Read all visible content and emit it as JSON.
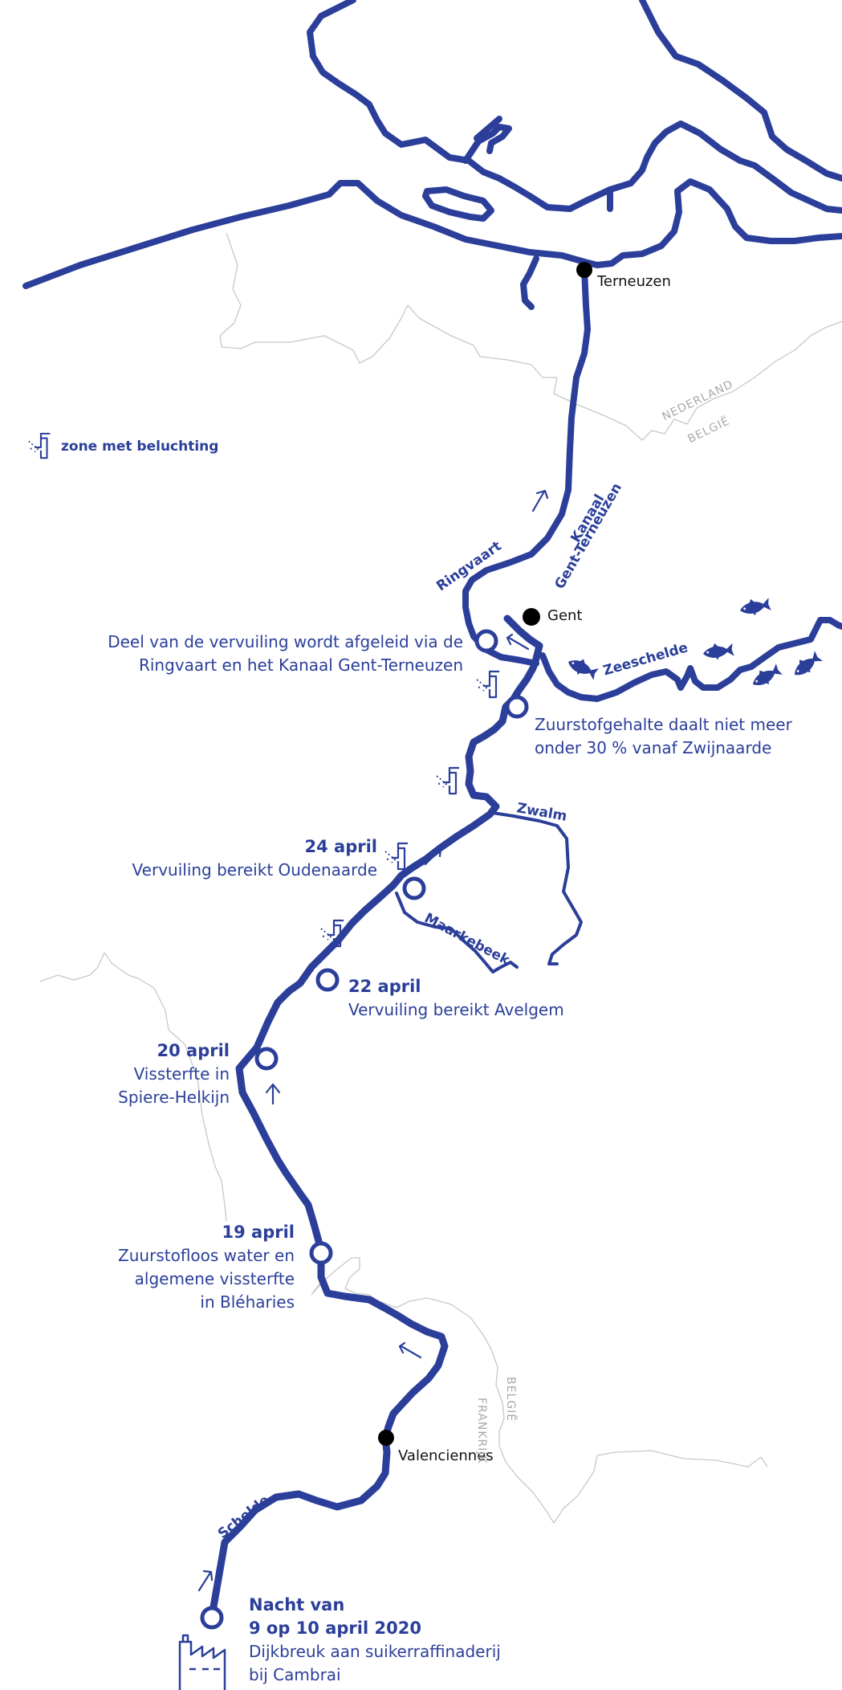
{
  "legend": {
    "label": "zone met beluchting",
    "icon": "aeration-icon"
  },
  "cities": {
    "terneuzen": "Terneuzen",
    "gent": "Gent",
    "valenciennes": "Valenciennes"
  },
  "rivers": {
    "ringvaart": "Ringvaart",
    "kanaal_line1": "Kanaal",
    "kanaal_line2": "Gent-Terneuzen",
    "zeeschelde": "Zeeschelde",
    "zwalm": "Zwalm",
    "maarkebeek": "Maarkebeek",
    "schelde": "Schelde"
  },
  "borders": {
    "nederland": "NEDERLAND",
    "belgie_north": "BELGIË",
    "frankrijk": "FRANKRIJK",
    "belgie_south": "BELGIË"
  },
  "events": {
    "divert": {
      "line1": "Deel van de vervuiling wordt afgeleid via de",
      "line2": "Ringvaart en het Kanaal Gent-Terneuzen"
    },
    "zwijnaarde": {
      "line1": "Zuurstofgehalte daalt niet meer",
      "line2": "onder 30 % vanaf Zwijnaarde"
    },
    "apr24": {
      "date": "24 april",
      "line1": "Vervuiling bereikt Oudenaarde"
    },
    "apr22": {
      "date": "22 april",
      "line1": "Vervuiling bereikt Avelgem"
    },
    "apr20": {
      "date": "20 april",
      "line1": "Vissterfte in",
      "line2": "Spiere-Helkijn"
    },
    "apr19": {
      "date": "19 april",
      "line1": "Zuurstofloos water en",
      "line2": "algemene vissterfte",
      "line3": "in Bléharies"
    },
    "start": {
      "date1": "Nacht van",
      "date2": "9 op 10 april 2020",
      "line1": "Dijkbreuk aan suikerraffinaderij",
      "line2": "bij Cambrai"
    }
  },
  "colors": {
    "river": "#2b3f9a",
    "border": "#c8c8c8",
    "city_dot": "#000000"
  },
  "icons": [
    "aeration-icon",
    "fish-icon",
    "factory-icon",
    "flow-arrow-icon"
  ]
}
